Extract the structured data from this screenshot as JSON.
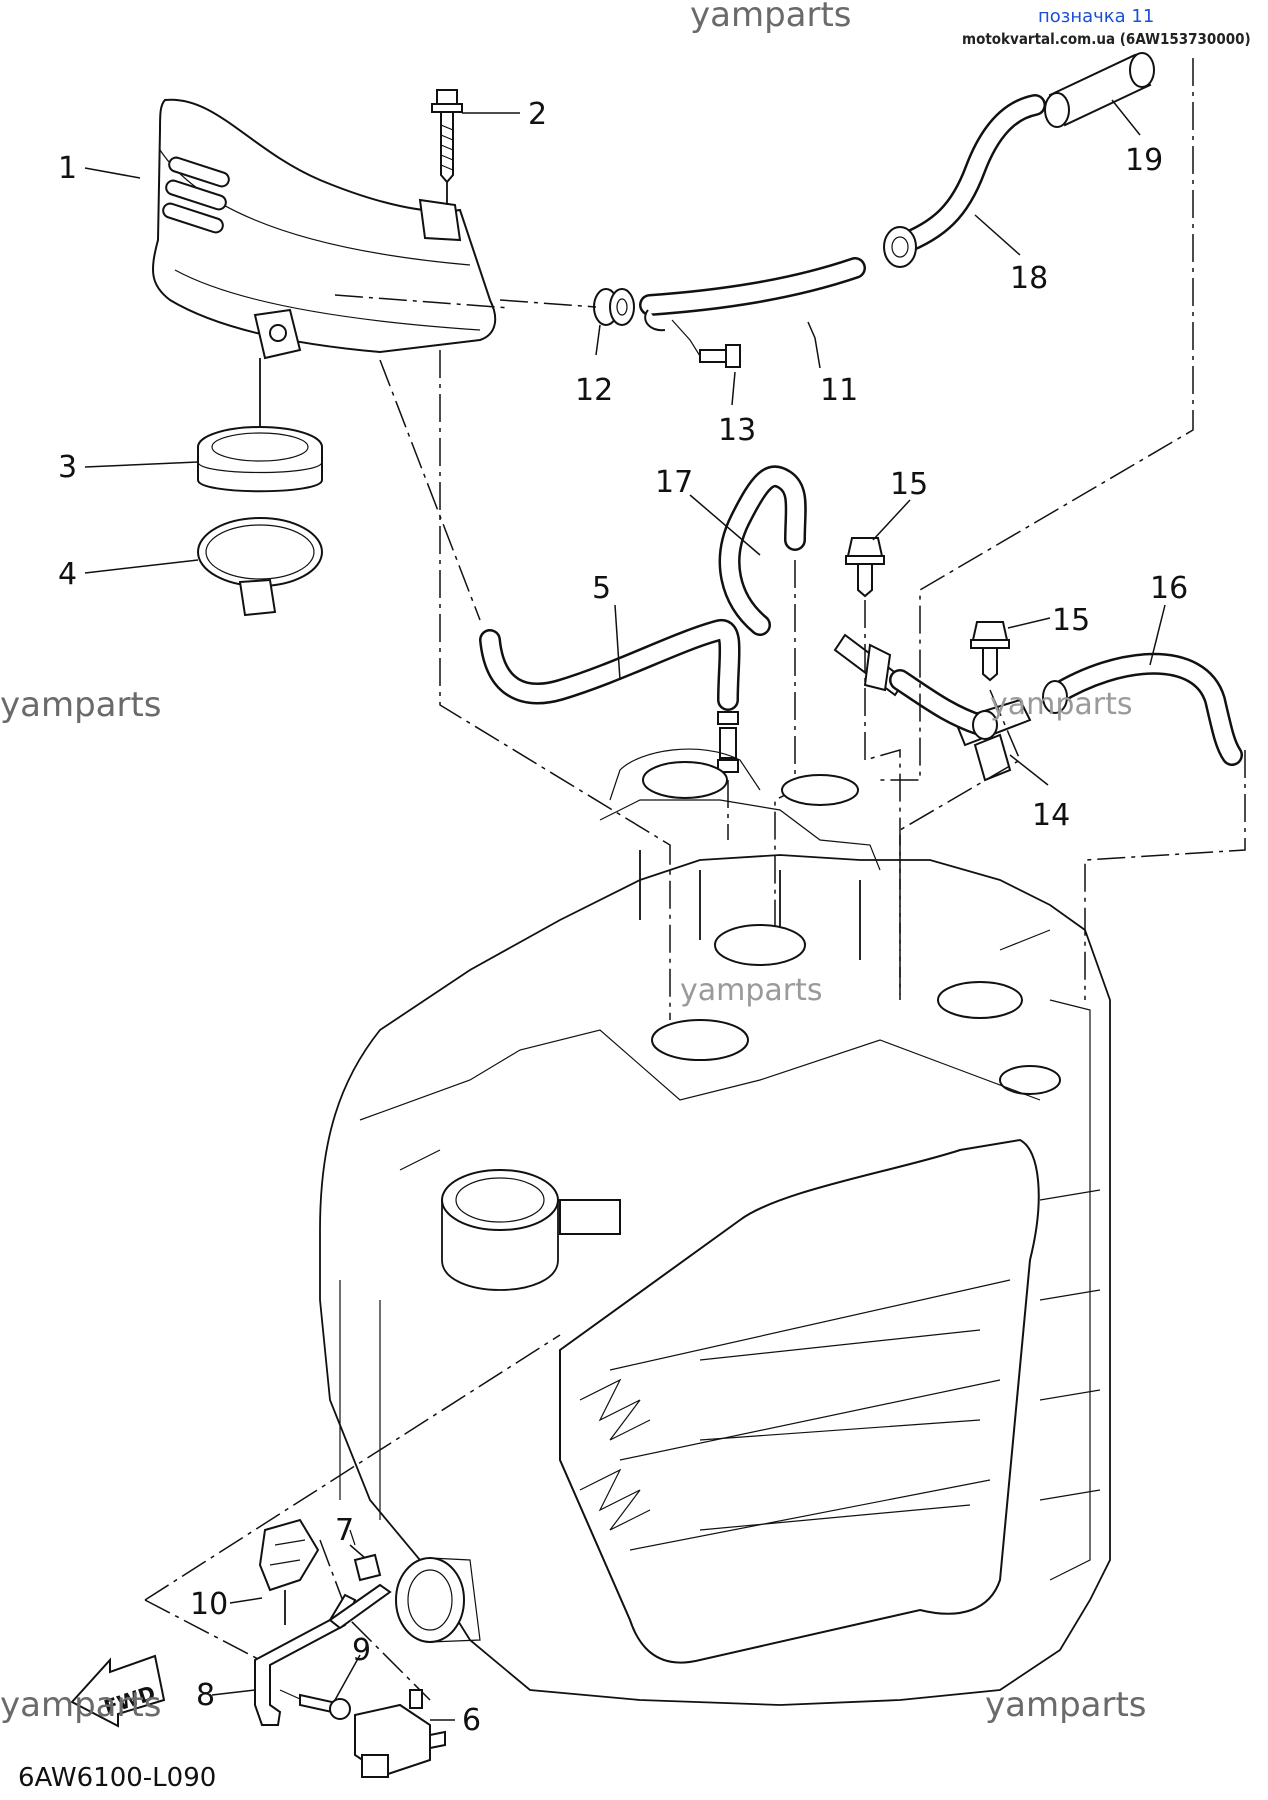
{
  "header": {
    "ref_link": "позначка 11",
    "ref_source": "motokvartal.com.ua (6AW153730000)"
  },
  "watermarks": {
    "top": "yamparts",
    "left": "yamparts",
    "center": "yamparts",
    "right": "yamparts",
    "bottom_left": "yamparts",
    "bottom_right": "yamparts"
  },
  "diagram": {
    "code": "6AW6100-L090",
    "fwd_label": "FWD",
    "callouts": [
      "1",
      "2",
      "3",
      "4",
      "5",
      "6",
      "7",
      "8",
      "9",
      "10",
      "11",
      "12",
      "13",
      "14",
      "15",
      "15",
      "16",
      "17",
      "18",
      "19"
    ]
  }
}
